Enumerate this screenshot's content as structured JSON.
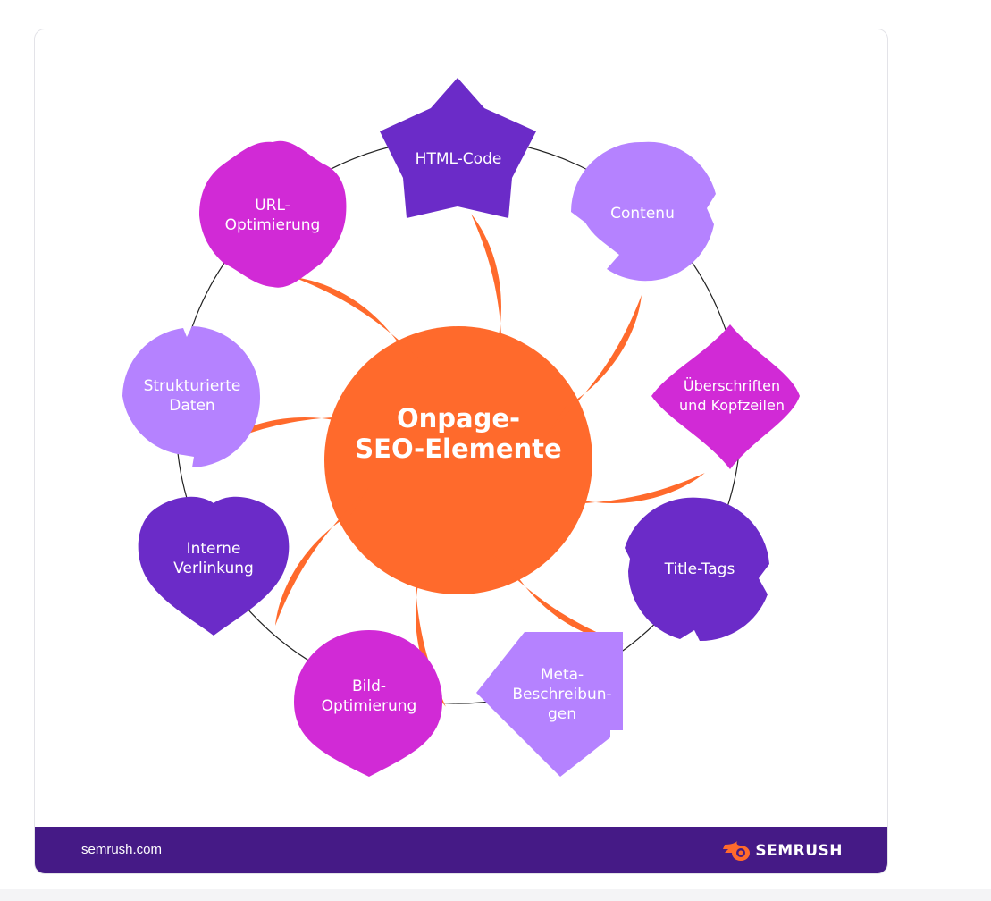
{
  "center": {
    "title": "Onpage-\nSEO-Elemente"
  },
  "elements": [
    {
      "label": "HTML-Code",
      "shape": "star",
      "color": "#6b2bc8"
    },
    {
      "label": "Contenu",
      "shape": "circle",
      "color": "#b582ff"
    },
    {
      "label": "Überschriften\nund Kopfzeilen",
      "shape": "diamond",
      "color": "#d12ad6"
    },
    {
      "label": "Title-Tags",
      "shape": "circle",
      "color": "#6b2bc8"
    },
    {
      "label": "Meta-\nBeschreibun-\ngen",
      "shape": "arrow",
      "color": "#b582ff"
    },
    {
      "label": "Bild-\nOptimierung",
      "shape": "drop",
      "color": "#d12ad6"
    },
    {
      "label": "Interne\nVerlinkung",
      "shape": "heart",
      "color": "#6b2bc8"
    },
    {
      "label": "Strukturierte\nDaten",
      "shape": "circle",
      "color": "#b582ff"
    },
    {
      "label": "URL-\nOptimierung",
      "shape": "flower",
      "color": "#d12ad6"
    }
  ],
  "colors": {
    "center": "#ff6a2c",
    "footer": "#451a86",
    "ring": "#222222"
  },
  "footer": {
    "url": "semrush.com",
    "brand": "SEMRUSH",
    "brand_icon": "semrush-fire-icon"
  }
}
